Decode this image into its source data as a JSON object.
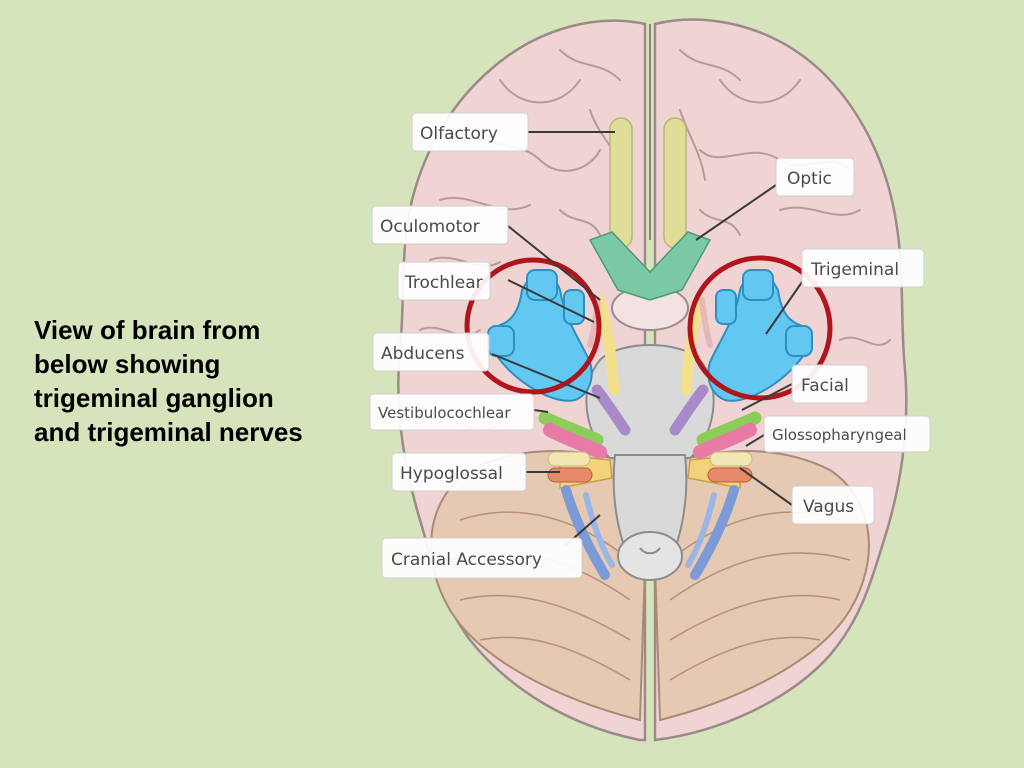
{
  "caption": {
    "lines": [
      "View of brain from",
      "below showing",
      "trigeminal ganglion",
      "and trigeminal nerves"
    ]
  },
  "labels": {
    "olfactory": "Olfactory",
    "optic": "Optic",
    "oculomotor": "Oculomotor",
    "trochlear": "Trochlear",
    "trigeminal": "Trigeminal",
    "abducens": "Abducens",
    "facial": "Facial",
    "vestibulocochlear": "Vestibulocochlear",
    "glossopharyngeal": "Glossopharyngeal",
    "hypoglossal": "Hypoglossal",
    "vagus": "Vagus",
    "cranial_accessory": "Cranial Accessory"
  },
  "colors": {
    "background": "#d6e4bb",
    "brain": "#f0d4d4",
    "cerebellum": "#e6c9b3",
    "trigeminal": "#62c8f2",
    "olfactory": "#dede98",
    "optic": "#7ac8a4",
    "oculomotor": "#f4e08c",
    "abducens": "#a88ac8",
    "facial": "#8ccc5a",
    "vestibulocochlear": "#e87aa8",
    "glossopharyngeal": "#f2e6b4",
    "vagus": "#e88a6a",
    "accessory": "#7a9ad8",
    "highlight_circle": "#b0141c"
  }
}
